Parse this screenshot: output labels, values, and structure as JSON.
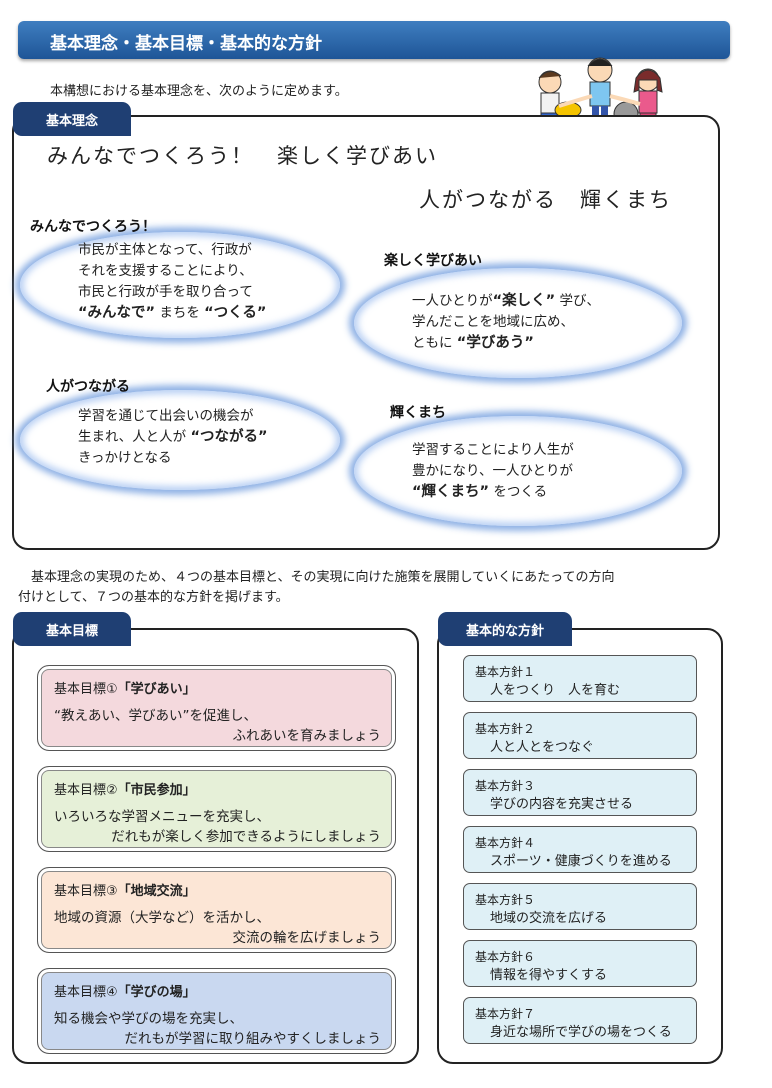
{
  "header": {
    "title": "基本理念・基本目標・基本的な方針"
  },
  "intro": "本構想における基本理念を、次のように定めます。",
  "philosophy": {
    "tab": "基本理念",
    "slogan_line1": "みんなでつくろう！　楽しく学びあい",
    "slogan_line2": "人がつながる　輝くまち",
    "items": [
      {
        "heading": "みんなでつくろう！",
        "lines": [
          "市民が主体となって、行政が",
          "それを支援することにより、",
          "市民と行政が手を取り合って"
        ],
        "last_pre": "",
        "bold1": "“みんなで”",
        "mid": " まちを ",
        "bold2": "“つくる”",
        "last_post": ""
      },
      {
        "heading": "楽しく学びあい",
        "lines": [
          "一人ひとりが",
          "学んだことを地域に広め、"
        ],
        "line1_bold": "“楽しく”",
        "line1_post": " 学び、",
        "last_pre": "ともに ",
        "bold1": "“学びあう”",
        "mid": "",
        "bold2": "",
        "last_post": ""
      },
      {
        "heading": "人がつながる",
        "lines": [
          "学習を通じて出会いの機会が",
          "生まれ、人と人が ",
          "きっかけとなる"
        ],
        "bold1": "“つながる”"
      },
      {
        "heading": "輝くまち",
        "lines": [
          "学習することにより人生が",
          "豊かになり、一人ひとりが"
        ],
        "bold1": "“輝くまち”",
        "last_post": " をつくる"
      }
    ]
  },
  "middle_text": {
    "line1": "　基本理念の実現のため、４つの基本目標と、その実現に向けた施策を展開していくにあたっての方向",
    "line2": "付けとして、７つの基本的な方針を掲げます。"
  },
  "goals": {
    "tab": "基本目標",
    "items": [
      {
        "title_pre": "基本目標①",
        "title_bold": "「学びあい」",
        "line1": "“教えあい、学びあい”を促進し、",
        "line2": "ふれあいを育みましょう",
        "color": "#f4d9dd"
      },
      {
        "title_pre": "基本目標②",
        "title_bold": "「市民参加」",
        "line1": "いろいろな学習メニューを充実し、",
        "line2": "だれもが楽しく参加できるようにしましょう",
        "color": "#e6f0d8"
      },
      {
        "title_pre": "基本目標③",
        "title_bold": "「地域交流」",
        "line1": "地域の資源（大学など）を活かし、",
        "line2": "交流の輪を広げましょう",
        "color": "#fce6d6"
      },
      {
        "title_pre": "基本目標④",
        "title_bold": "「学びの場」",
        "line1": "知る機会や学びの場を充実し、",
        "line2": "だれもが学習に取り組みやすくしましょう",
        "color": "#c9d8f0"
      }
    ]
  },
  "policies": {
    "tab": "基本的な方針",
    "items": [
      {
        "number": "基本方針１",
        "text": "人をつくり　人を育む"
      },
      {
        "number": "基本方針２",
        "text": "人と人とをつなぐ"
      },
      {
        "number": "基本方針３",
        "text": "学びの内容を充実させる"
      },
      {
        "number": "基本方針４",
        "text": "スポーツ・健康づくりを進める"
      },
      {
        "number": "基本方針５",
        "text": "地域の交流を広げる"
      },
      {
        "number": "基本方針６",
        "text": "情報を得やすくする"
      },
      {
        "number": "基本方針７",
        "text": "身近な場所で学びの場をつくる"
      }
    ]
  }
}
